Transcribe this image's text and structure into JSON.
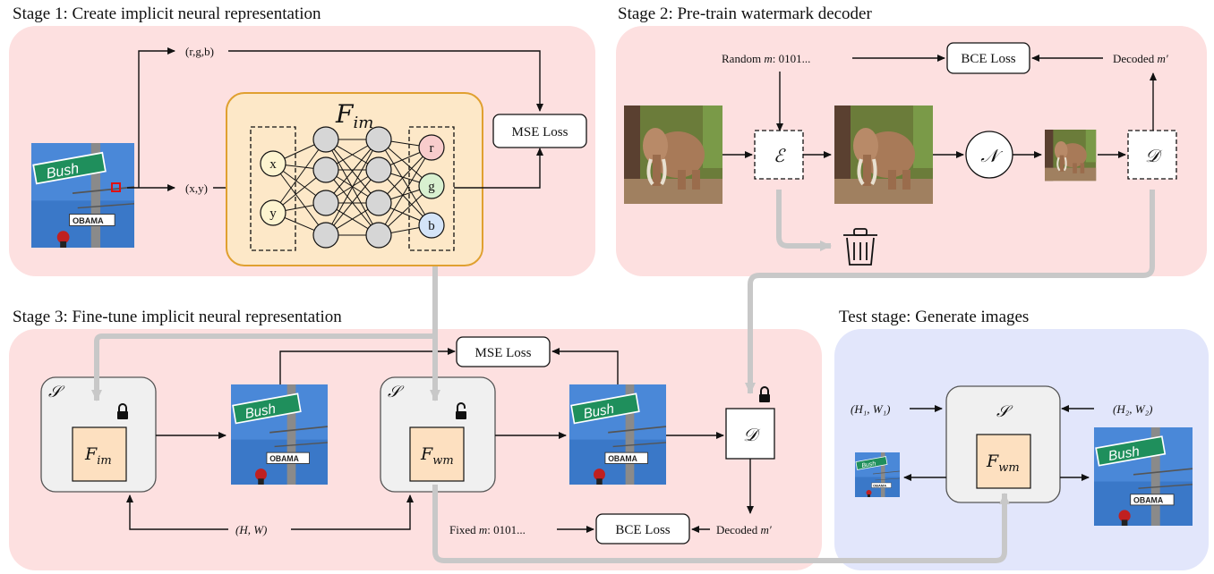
{
  "stages": {
    "stage1_title": "Stage 1: Create implicit neural representation",
    "stage2_title": "Stage 2: Pre-train watermark decoder",
    "stage3_title": "Stage 3: Fine-tune implicit neural representation",
    "test_title": "Test stage: Generate images"
  },
  "stage1": {
    "rgb_label": "(r,g,b)",
    "xy_label": "(x,y)",
    "mse_loss": "MSE Loss",
    "network_label": "F",
    "network_sub": "im",
    "inputs": [
      "x",
      "y"
    ],
    "outputs": [
      "r",
      "g",
      "b"
    ],
    "sign_text": "Bush",
    "plate_text": "OBAMA"
  },
  "stage2": {
    "random_msg": "Random m: 0101...",
    "bce_loss": "BCE Loss",
    "decoded": "Decoded m′",
    "encoder": "ℰ",
    "noise": "𝒩",
    "decoder": "𝒟"
  },
  "stage3": {
    "s1": "𝒮",
    "f_im": "F",
    "f_im_sub": "im",
    "s2": "𝒮",
    "f_wm": "F",
    "f_wm_sub": "wm",
    "mse_loss": "MSE Loss",
    "decoder": "𝒟",
    "hw": "(H, W)",
    "fixed_msg": "Fixed m: 0101...",
    "bce_loss": "BCE Loss",
    "decoded": "Decoded m′"
  },
  "test": {
    "h1w1": "(H₁, W₁)",
    "h2w2": "(H₂, W₂)",
    "s": "𝒮",
    "f_wm": "F",
    "f_wm_sub": "wm"
  },
  "colors": {
    "panel_pink": "#fde0e0",
    "panel_blue": "#e2e6fb",
    "network_fill": "#fde8c8",
    "network_border": "#e0a030",
    "node_yellow": "#fdf4d0",
    "node_red": "#f8cccc",
    "node_green": "#d8f0d0",
    "node_blue": "#d4e4f8",
    "f_box": "#fde0c0",
    "s_box": "#f0f0f0"
  }
}
